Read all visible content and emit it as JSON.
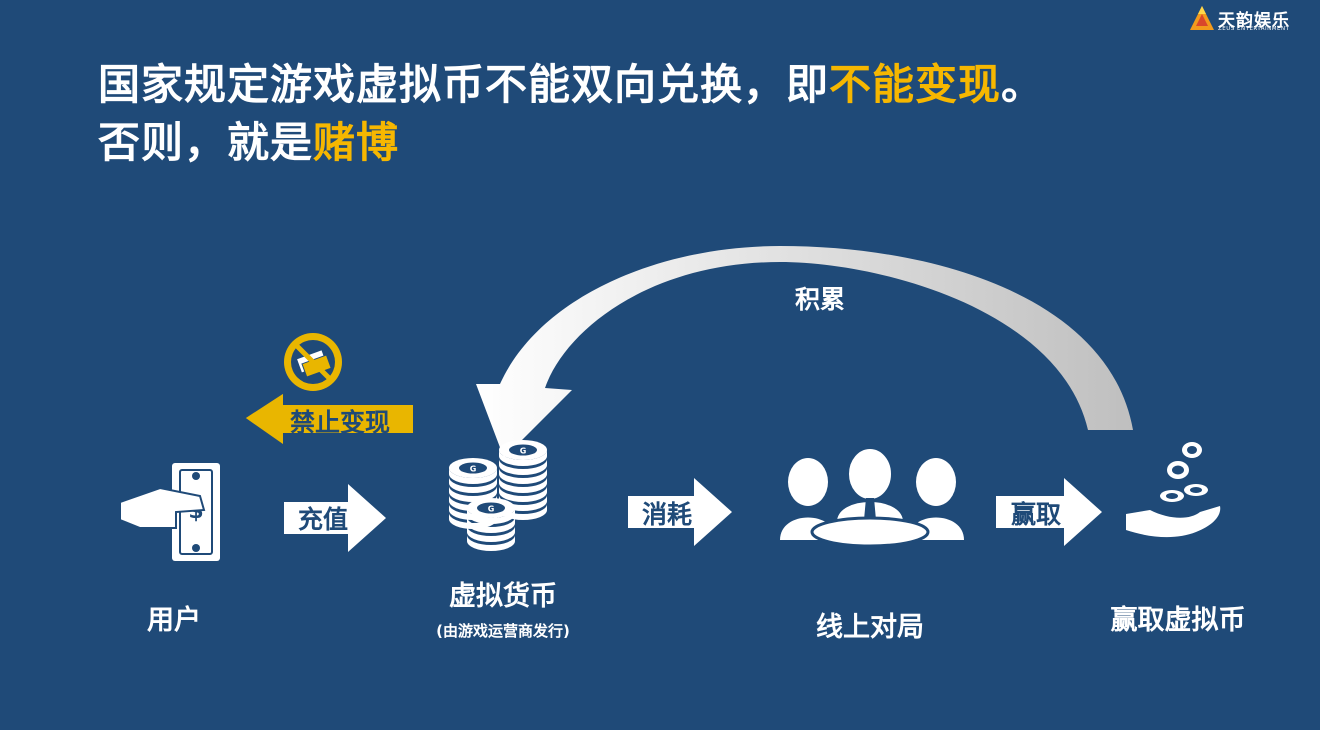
{
  "logo": {
    "name": "天韵娱乐",
    "tagline": "ZEUS ENTERTAINMENT"
  },
  "headline": {
    "line1_prefix": "国家规定游戏虚拟币不能双向兑换，即",
    "line1_highlight": "不能变现",
    "line1_suffix": "。",
    "line2_prefix": "否则，就是",
    "line2_highlight": "赌博"
  },
  "nodes": {
    "user": "用户",
    "virtual_currency": "虚拟货币",
    "virtual_currency_note": "(由游戏运营商发行)",
    "online_match": "线上对局",
    "win_currency": "赢取虚拟币"
  },
  "arrows": {
    "recharge": "充值",
    "consume": "消耗",
    "win": "赢取",
    "accumulate": "积累",
    "forbidden": "禁止变现"
  },
  "colors": {
    "background": "#1f4a78",
    "highlight": "#f6b700",
    "arrow_fill": "#ffffff",
    "arrow_text": "#1f4a78",
    "forbidden_fill": "#e9b600",
    "curve_gray": "#c8c8c8"
  },
  "icons": [
    "hand-cash-icon",
    "coin-stacks-icon",
    "meeting-people-icon",
    "hand-coins-icon",
    "no-money-icon"
  ]
}
